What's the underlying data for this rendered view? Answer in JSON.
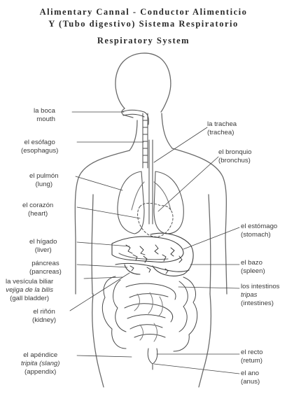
{
  "title": {
    "line1": "Alimentary Cannal - Conductor Alimenticio",
    "line2": "Y (Tubo digestivo) Sistema Respiratorio",
    "line3": "Respiratory System"
  },
  "labels": {
    "boca": {
      "es": "la boca",
      "en": "mouth"
    },
    "esofago": {
      "es": "el esófago",
      "en": "(esophagus)"
    },
    "pulmon": {
      "es": "el pulmón",
      "en": "(lung)"
    },
    "corazon": {
      "es": "el corazón",
      "en": "(heart)"
    },
    "higado": {
      "es": "el hígado",
      "en": "(liver)"
    },
    "pancreas": {
      "es": "páncreas",
      "en": "(pancreas)"
    },
    "vesicula": {
      "es": "la vesícula biliar",
      "alt": "vejiga de la bilis",
      "en": "(gall bladder)"
    },
    "rinon": {
      "es": "el riñón",
      "en": "(kidney)"
    },
    "apendice": {
      "es": "el apéndice",
      "alt": "tripita (slang)",
      "en": "(appendix)"
    },
    "trachea": {
      "es": "la trachea",
      "en": "(trachea)"
    },
    "bronquio": {
      "es": "el bronquio",
      "en": "(bronchus)"
    },
    "estomago": {
      "es": "el estómago",
      "en": "(stomach)"
    },
    "bazo": {
      "es": "el bazo",
      "en": "(spleen)"
    },
    "intestinos": {
      "es": "los intestinos",
      "alt": "tripas",
      "en": "(intestines)"
    },
    "recto": {
      "es": "el recto",
      "en": "(retum)"
    },
    "ano": {
      "es": "el ano",
      "en": "(anus)"
    }
  }
}
